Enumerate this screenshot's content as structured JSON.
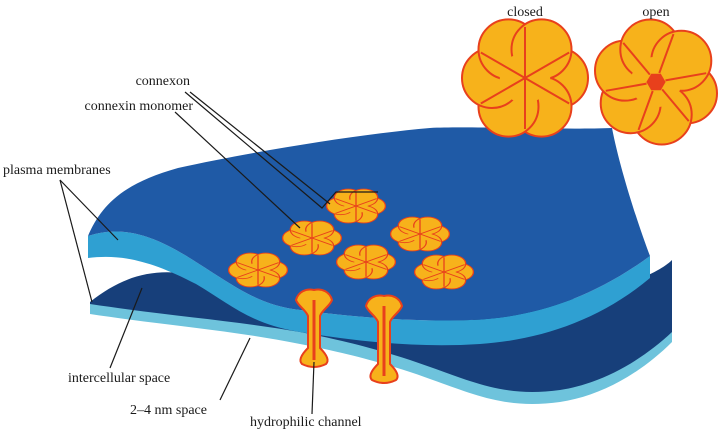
{
  "labels": {
    "closed": "closed",
    "open": "open",
    "connexon": "connexon",
    "connexin_monomer": "connexin monomer",
    "plasma_membranes": "plasma membranes",
    "intercellular_space": "intercellular space",
    "nm_space": "2–4 nm space",
    "hydrophilic_channel": "hydrophilic channel"
  },
  "colors": {
    "membrane_top": "#1f5aa6",
    "membrane_rim": "#2fa0d2",
    "membrane_bottom": "#173f7a",
    "lower_rim": "#6ec3dc",
    "connexin_fill": "#f7b21b",
    "connexin_edge": "#e8401c",
    "pore": "#e8401c"
  }
}
